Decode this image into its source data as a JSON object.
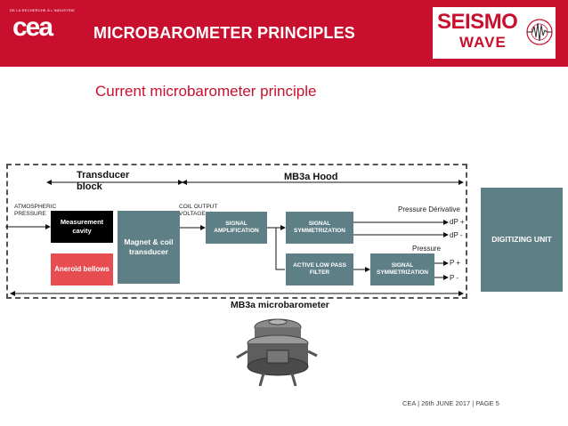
{
  "header": {
    "org_small": "DE LA RECHERCHE À L'INDUSTRIE",
    "org_logo": "cea",
    "title": "MICROBAROMETER PRINCIPLES",
    "partner_logo_top": "SEISMO",
    "partner_logo_bottom": "WAVE"
  },
  "subtitle": "Current microbarometer principle",
  "diagram": {
    "transducer_block": "Transducer block",
    "hood_label": "MB3a Hood",
    "atmospheric_pressure": "ATMOSPHERIC PRESSURE",
    "coil_output_voltage": "COIL OUTPUT VOLTAGE",
    "measurement_cavity": "Measurement cavity",
    "aneroid_bellows": "Aneroid bellows",
    "magnet_coil": "Magnet & coil transducer",
    "signal_amplification": "SIGNAL AMPLIFICATION",
    "signal_symmetrization_1": "SIGNAL SYMMETRIZATION",
    "active_low_pass": "ACTIVE LOW PASS FILTER",
    "signal_symmetrization_2": "SIGNAL SYMMETRIZATION",
    "pressure_derivative": "Pressure Dérivative",
    "dp_plus": "dP +",
    "dp_minus": "dP -",
    "pressure": "Pressure",
    "p_plus": "P +",
    "p_minus": "P -",
    "digitizing_unit": "DIGITIZING UNIT",
    "caption": "MB3a microbarometer"
  },
  "footer": "CEA | 26th JUNE 2017 | PAGE 5",
  "colors": {
    "brand_red": "#c8102e",
    "box_teal": "#5f7f86",
    "aneroid_red": "#e74c51"
  }
}
